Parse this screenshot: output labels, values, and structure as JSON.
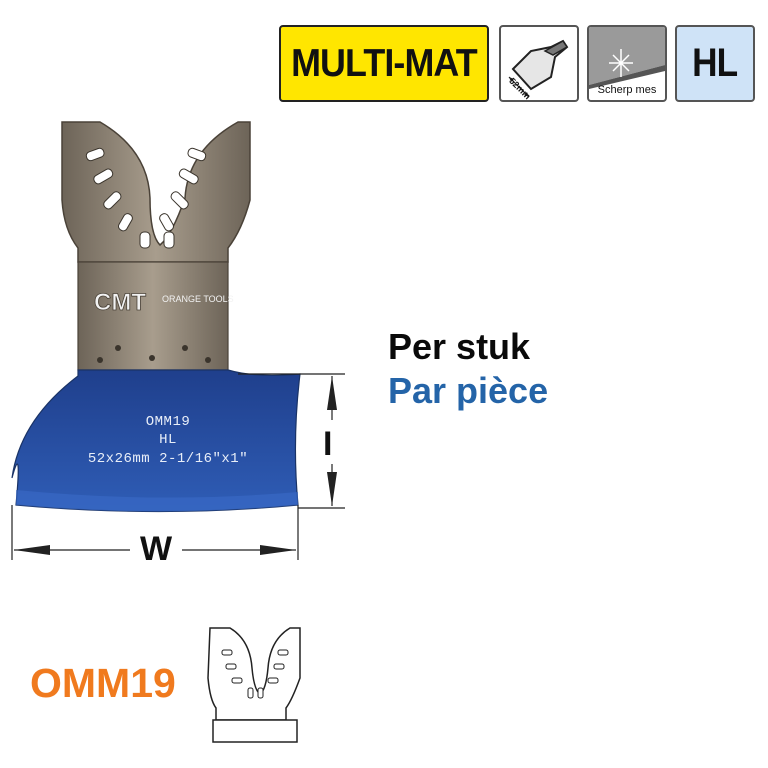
{
  "badges": {
    "material": "MULTI-MAT",
    "width_icon_label": "52mm",
    "sharp_label": "Scherp mes",
    "type": "HL"
  },
  "price_unit": {
    "nl": "Per stuk",
    "fr": "Par pièce"
  },
  "product": {
    "code": "OMM19",
    "blade_brand": "CMT",
    "blade_brand_sub": "ORANGE TOOLS",
    "blade_engraving": {
      "line1": "OMM19",
      "line2": "HL",
      "line3": "52x26mm 2-1/16\"x1\""
    }
  },
  "dimensions": {
    "width_label": "W",
    "height_label": "I"
  },
  "colors": {
    "multimat_bg": "#ffe600",
    "hl_bg": "#cfe3f7",
    "blade_blue": "#2a4fa0",
    "steel": "#8a7f72",
    "french_text": "#2464a8",
    "code_orange": "#f07a1e"
  },
  "icons": {
    "width_badge": "scraper-width-icon",
    "sharp_badge": "sharp-blade-icon",
    "adapter": "oscillating-adapter-icon"
  }
}
